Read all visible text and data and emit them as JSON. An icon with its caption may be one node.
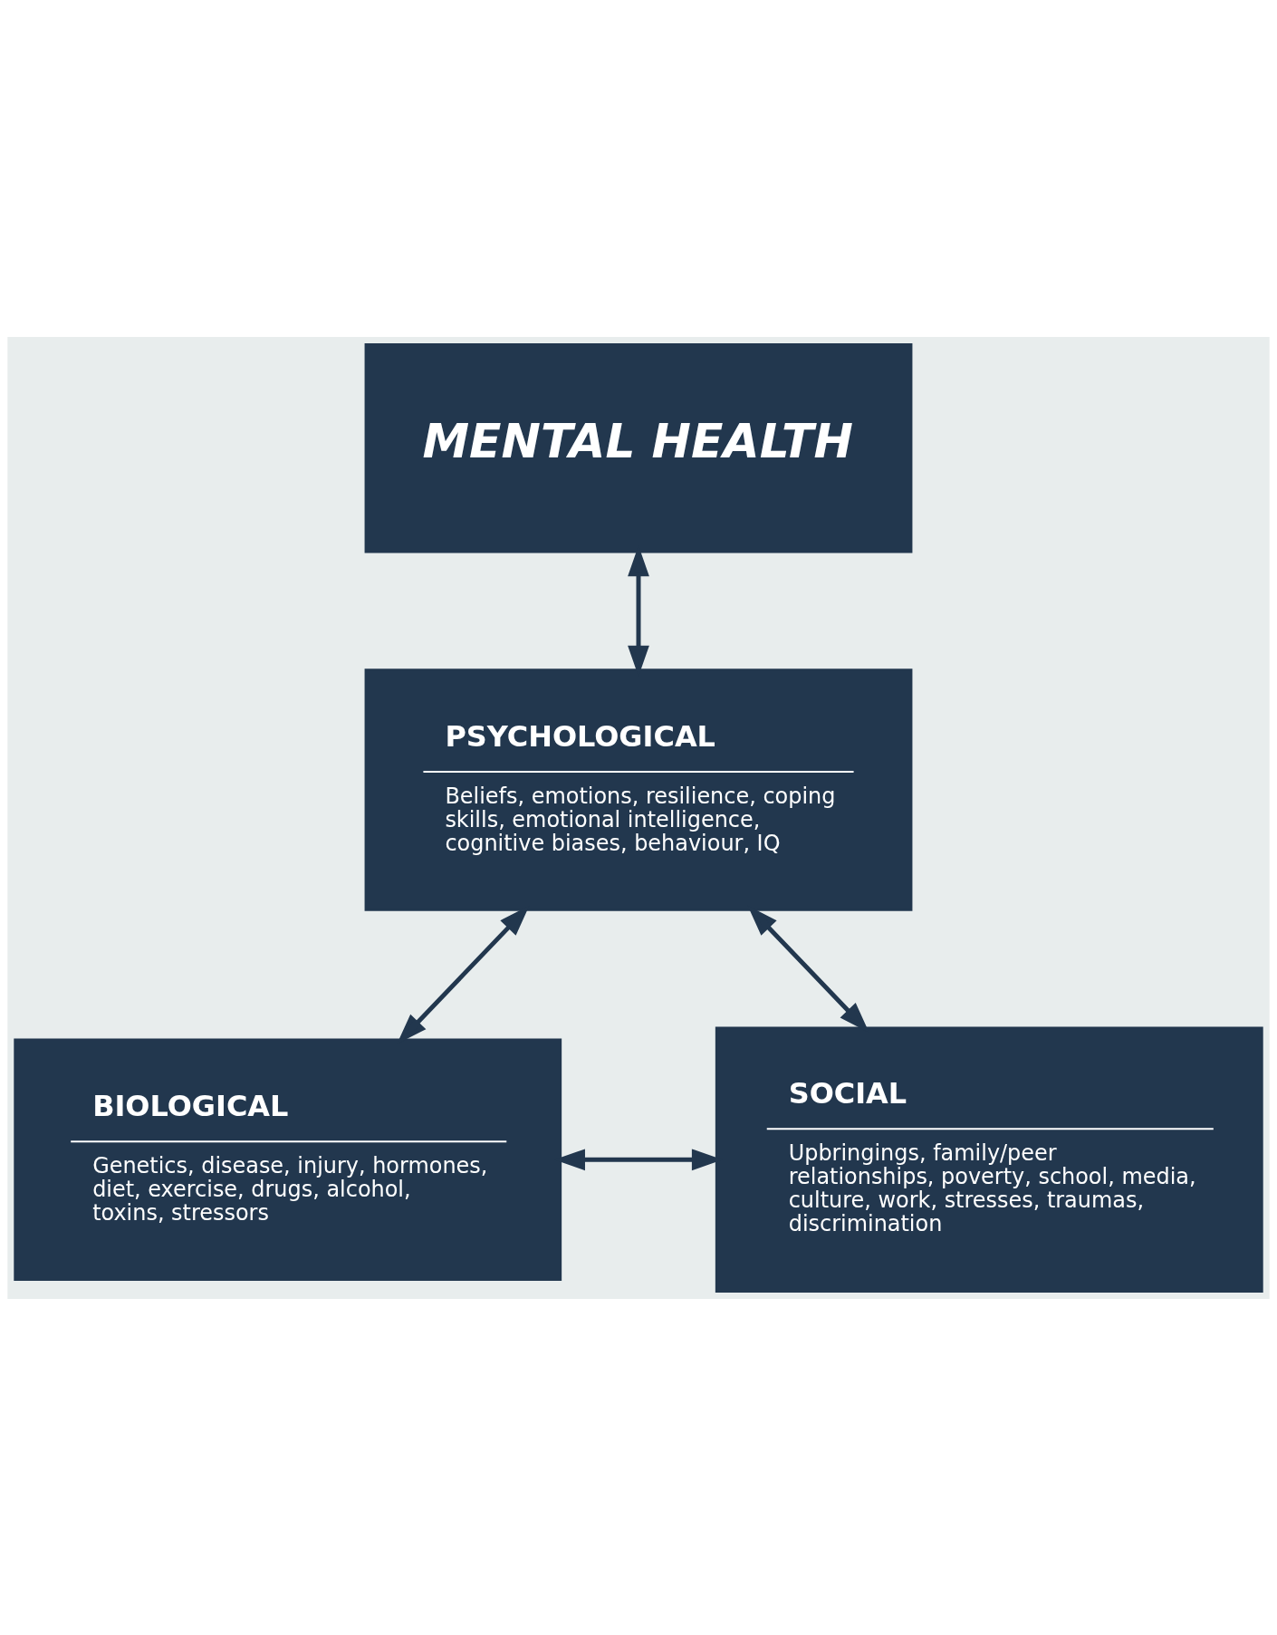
{
  "diagram": {
    "nodes": [
      {
        "text": [
          "MENTAL HEALTH"
        ]
      },
      {
        "text": [
          "PSYCHOLOGICAL",
          "Beliefs, emotions, resilience, coping skills, emotional intelligence, cognitive biases, behaviour, IQ"
        ]
      },
      {
        "text": [
          "BIOLOGICAL",
          "Genetics, disease, injury, hormones, diet, exercise, drugs, alcohol, toxins, stressors"
        ]
      },
      {
        "text": [
          "SOCIAL",
          "Upbringings, family/peer relationships, poverty, school, media, culture, work, stresses, traumas, discrimination"
        ]
      }
    ],
    "edges": [
      {
        "from": 0,
        "to": 1,
        "arrow": "both"
      },
      {
        "from": 1,
        "to": 2,
        "arrow": "both"
      },
      {
        "from": 1,
        "to": 3,
        "arrow": "both"
      },
      {
        "from": 2,
        "to": 3,
        "arrow": "both"
      }
    ]
  }
}
